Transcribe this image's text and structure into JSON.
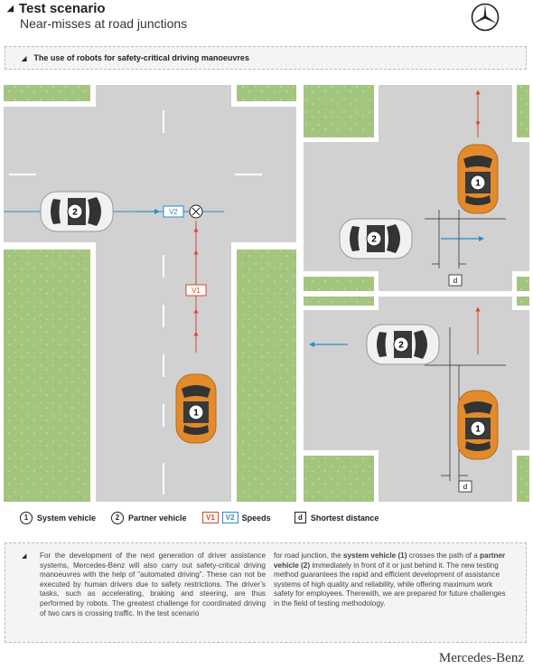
{
  "header": {
    "title": "Test scenario",
    "subtitle": "Near-misses at road junctions"
  },
  "banner": {
    "text": "The use of robots for safety-critical driving manoeuvres"
  },
  "diagram": {
    "main_v1": "V1",
    "main_v2": "V2",
    "car1_number": "1",
    "car2_number": "2",
    "distance_label": "d",
    "colors": {
      "road": "#d1d1d1",
      "grass": "#a3c57f",
      "system_vehicle": "#e38a2c",
      "partner_vehicle": "#eeeeee",
      "v1": "#d9472b",
      "v2": "#2a8bc8"
    }
  },
  "legend": {
    "system_num": "1",
    "system_label": "System vehicle",
    "partner_num": "2",
    "partner_label": "Partner vehicle",
    "v1": "V1",
    "v2": "V2",
    "speeds_label": "Speeds",
    "d": "d",
    "distance_label": "Shortest distance"
  },
  "body": {
    "col1": "For the development of the next generation of driver assistance systems, Mercedes-Benz will also carry out safety-critical driving manoeuvres with the help of “automated driving”. These can not be executed by human drivers due to safety restrictions. The driver’s tasks, such as accelerating, braking and steering, are thus performed by robots. The greatest challenge for coordinated driving of two cars is crossing traffic. In the test scenario",
    "col2_a": "for road junction, the ",
    "col2_b": "system vehicle (1)",
    "col2_c": " crosses the path of a ",
    "col2_d": "partner vehicle (2)",
    "col2_e": " immediately in front of it or just behind it. The new testing method guarantees the rapid and efficient development of assistance systems of high quality and reliability, while offering maximum work safety for employees. Therewith, we are prepared for future challenges in the field of testing methodology."
  },
  "footer": {
    "brand": "Mercedes-Benz"
  }
}
